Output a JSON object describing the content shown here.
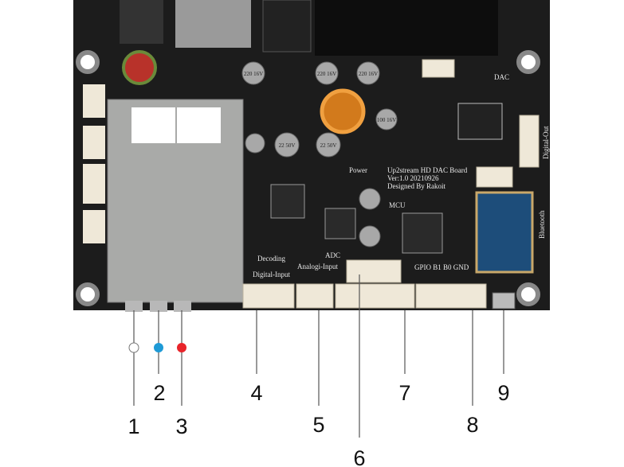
{
  "board": {
    "title": "Up2stream HD DAC Board",
    "version": "Ver:1.0  20210926",
    "designer": "Designed By Rakoit",
    "labels": {
      "dac": "DAC",
      "power": "Power",
      "mcu": "MCU",
      "decoding": "Decoding",
      "adc": "ADC",
      "analog_input": "Analogi-Input",
      "digital_input": "Digital-Input",
      "bluetooth": "Bluetooth",
      "digital_out": "Digital-Out",
      "gpio": "GPIO  B1    B0   GND"
    },
    "capacitors": [
      "220 16V",
      "220 16V",
      "220 16V",
      "22 50V",
      "22 50V",
      "100 16V"
    ]
  },
  "callouts": [
    "1",
    "2",
    "3",
    "4",
    "5",
    "6",
    "7",
    "8",
    "9"
  ],
  "led_colors": {
    "led1": "#ffffff",
    "led2": "#1e9ad6",
    "led3": "#e8242a"
  },
  "colors": {
    "pcb": "#1c1c1c",
    "silk": "#e8e8e8",
    "connector": "#efe8d8"
  }
}
